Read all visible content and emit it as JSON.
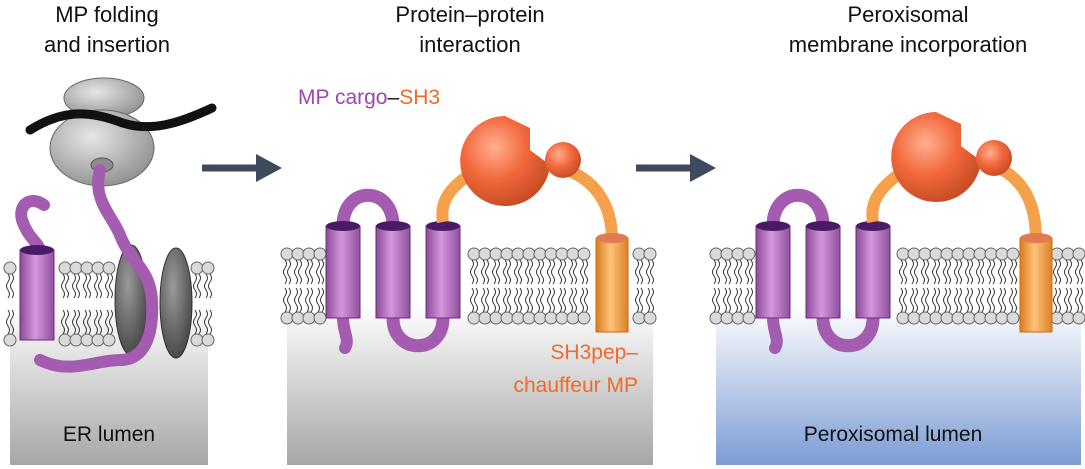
{
  "panels": [
    {
      "title_line1": "MP folding",
      "title_line2": "and insertion",
      "compartment_label": "ER lumen"
    },
    {
      "title_line1": "Protein–protein",
      "title_line2": "interaction",
      "cargo_label_part1": "MP cargo",
      "cargo_label_dash": "–",
      "cargo_label_part2": "SH3",
      "chauffeur_label_line1": "SH3pep–",
      "chauffeur_label_line2": "chauffeur MP"
    },
    {
      "title_line1": "Peroxisomal",
      "title_line2": "membrane incorporation",
      "compartment_label": "Peroxisomal lumen"
    }
  ],
  "colors": {
    "cargo_purple": "#b266be",
    "cargo_dark": "#5a1f78",
    "sh3_orange": "#f07a52",
    "chauffeur_orange": "#f5a04a",
    "arrow": "#3d4a5e",
    "ribosome_gray": "#b8b8b8",
    "translocon_gray": "#777777",
    "er_lumen_top": "#ffffff",
    "er_lumen_bottom": "#a9a9a9",
    "perox_lumen_top": "#ffffff",
    "perox_lumen_bottom": "#7f9fd6"
  },
  "icons": [
    "ribosome-icon",
    "translocon-icon",
    "arrow-right-icon"
  ]
}
